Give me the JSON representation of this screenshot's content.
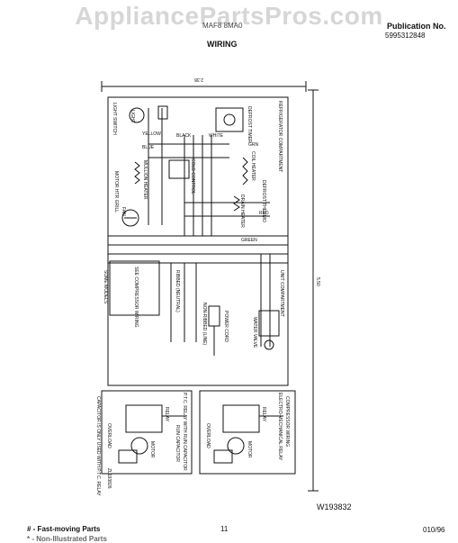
{
  "watermark": "AppliancePartsPros.com",
  "header": {
    "publication_label": "Publication No.",
    "publication_number": "5995312848",
    "title": "WIRING",
    "model": "MAF8 8MA0"
  },
  "diagram": {
    "dimension_top": "2.38",
    "dimension_side": "5.50",
    "labels": {
      "light_switch": "LIGHT SWITCH",
      "light": "LIGHT",
      "defrost_timer": "DEFROST TIMER",
      "refrigerator_compartment": "REFRIGERATOR COMPARTMENT",
      "drain_heater": "DRAIN HEATER",
      "coil_heater": "COIL HEATER",
      "defrost_thermo": "DEFROST THERMO",
      "cold_control": "COLD CONTROL",
      "mullion_heater": "MULLION HEATER",
      "motor_htr_grill": "MOTOR HTR GRILL",
      "fan": "FAN",
      "unit_compartment": "UNIT COMPARTMENT",
      "see_compressor_wiring": "SEE COMPRESSOR WIRING",
      "some_models": "SOME MODELS",
      "non_ribbed": "NON-RIBBED (LINE)",
      "ribbed": "RIBBED (NEUTRAL)",
      "power_cord": "POWER CORD",
      "water_valve": "WATER VALVE",
      "compressor_wiring": "COMPRESSOR WIRING",
      "electro_mechanical_relay": "ELECTRO-MECHANICAL RELAY",
      "ptc_relay": "P.T.C. RELAY WITH RUN CAPACITOR",
      "run_capacitor": "RUN CAPACITOR",
      "overload": "OVERLOAD",
      "motor": "MOTOR",
      "relay": "RELAY",
      "capacitor_note": "CAPACITOR IS ONLY USED WITH P.T.C. RELAY",
      "wire_white": "WHITE",
      "wire_black": "BLACK",
      "wire_red": "RED",
      "wire_green": "GREEN",
      "wire_yellow": "YELLOW",
      "wire_blue": "BLUE",
      "wire_grn": "GRN",
      "code": "ZL193826"
    }
  },
  "diagram_id": "W193832",
  "footer": {
    "legend_fast_moving": "# - Fast-moving Parts",
    "legend_non_illustrated": "* - Non-Illustrated Parts",
    "page_number": "11",
    "date": "010/96"
  }
}
